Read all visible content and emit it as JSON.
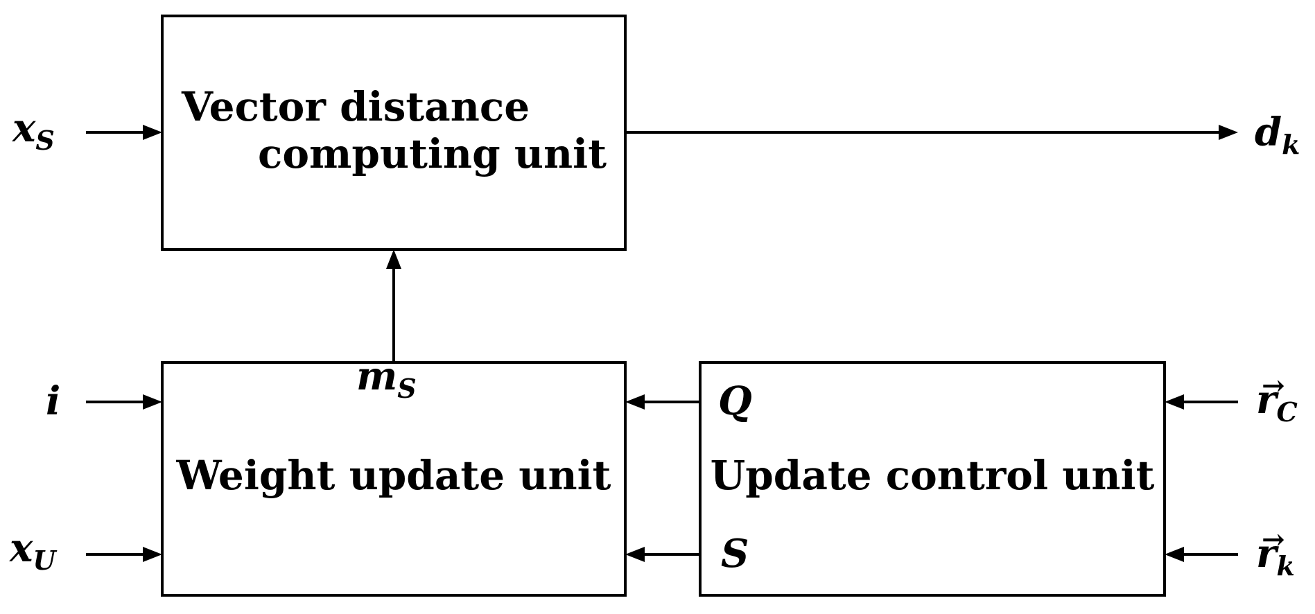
{
  "blocks": {
    "vector_distance": {
      "line1": "Vector distance",
      "line2": "computing unit"
    },
    "weight_update": {
      "label": "Weight update unit"
    },
    "update_control": {
      "label": "Update control unit"
    }
  },
  "signals": {
    "x_s": {
      "base": "x",
      "sub": "S"
    },
    "d_k": {
      "base": "d",
      "sub": "k"
    },
    "m_s": {
      "base": "m",
      "sub": "S"
    },
    "i": {
      "base": "i"
    },
    "x_u": {
      "base": "x",
      "sub": "U"
    },
    "q": {
      "base": "Q"
    },
    "s": {
      "base": "S"
    },
    "r_c": {
      "base": "r",
      "vec": "→",
      "sub": "C"
    },
    "r_k": {
      "base": "r",
      "vec": "→",
      "sub": "k"
    }
  }
}
